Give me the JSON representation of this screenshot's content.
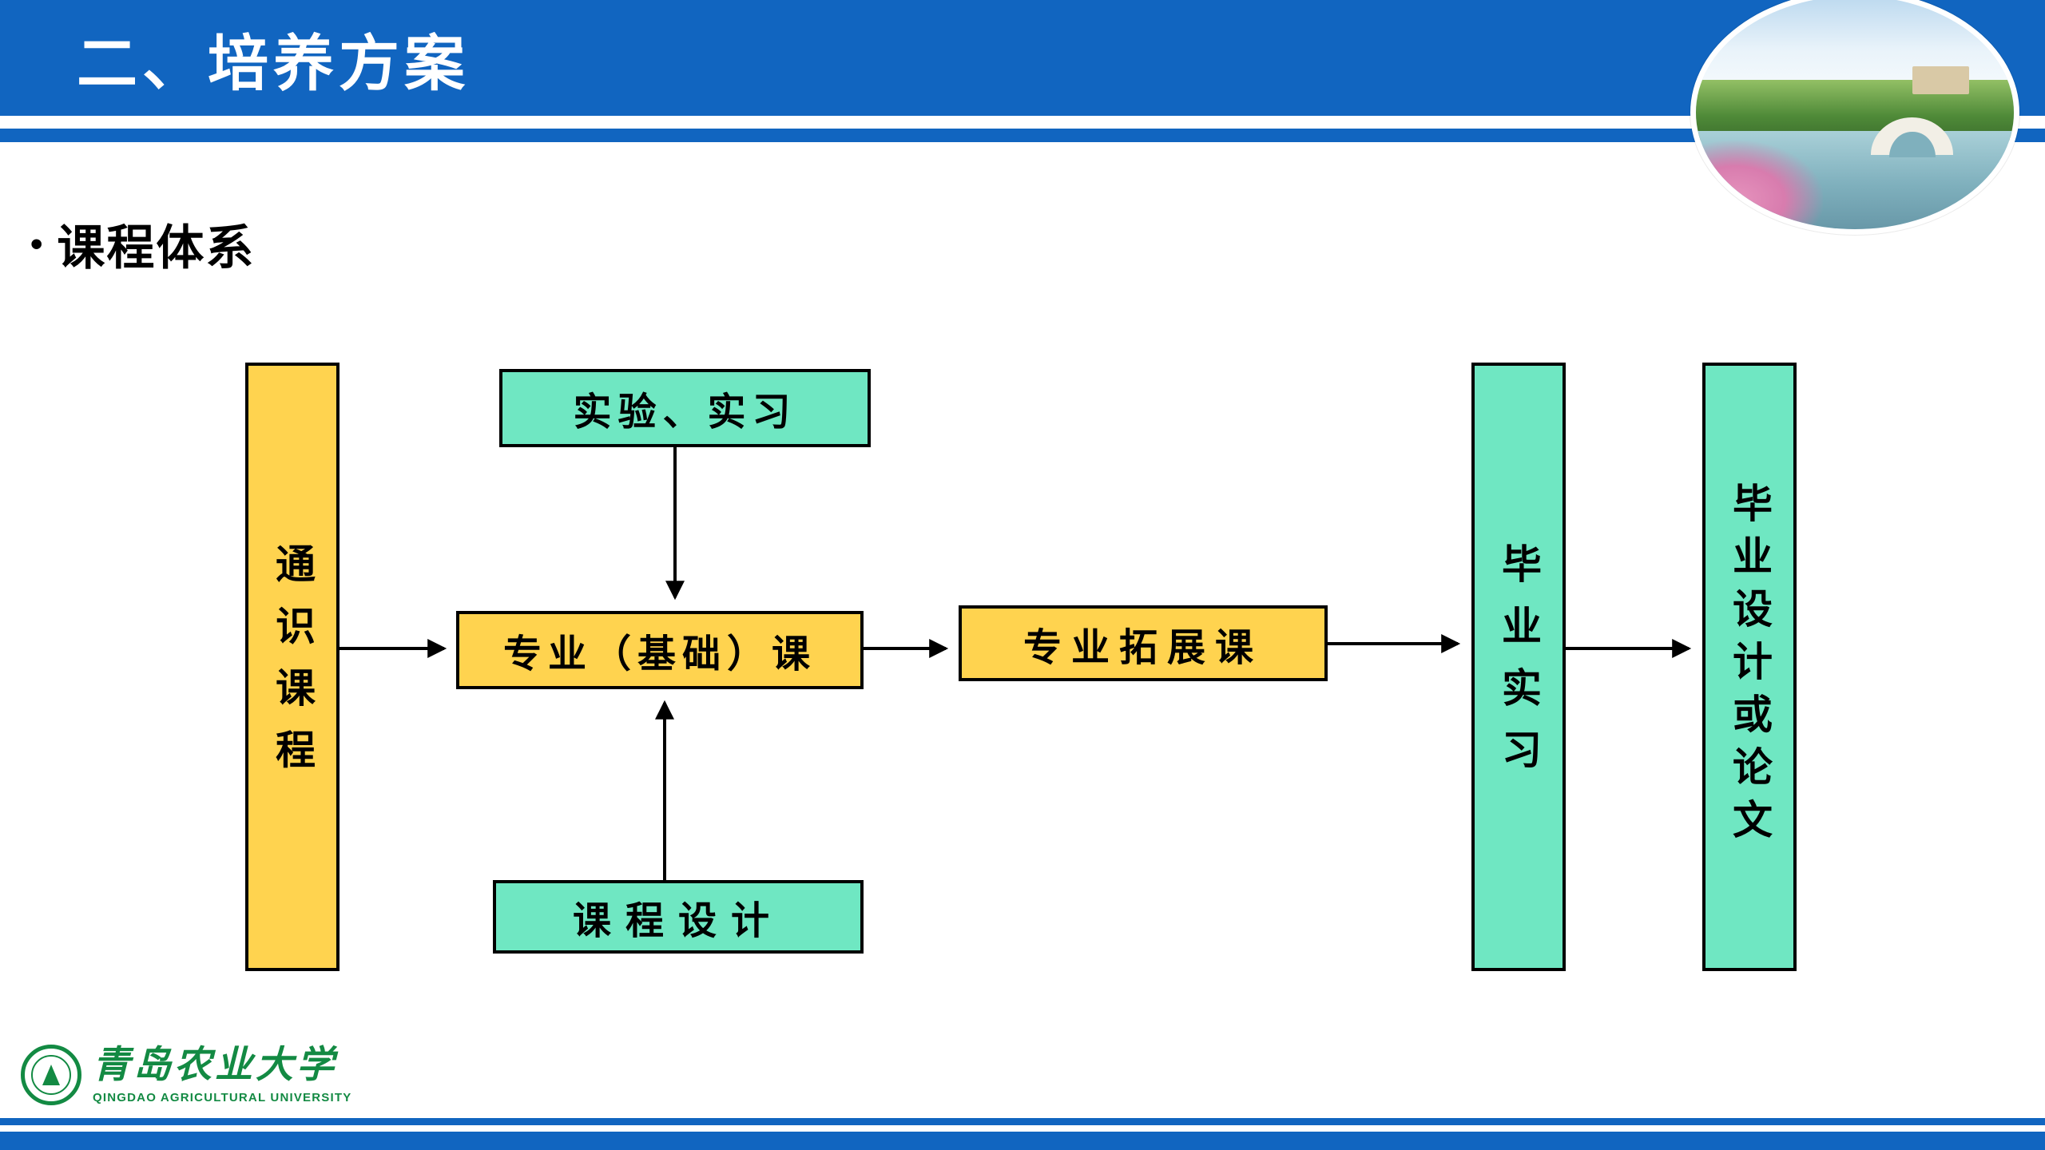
{
  "colors": {
    "header_blue": "#1165c0",
    "box_yellow": "#ffd34f",
    "box_green": "#6fe7c2",
    "box_border": "#000000",
    "logo_green": "#138a43"
  },
  "header": {
    "title": "二、培养方案"
  },
  "section": {
    "marker": "•",
    "title": "课程体系"
  },
  "diagram": {
    "nodes": [
      {
        "id": "general-courses",
        "label": "通识课程",
        "fill": "yellow",
        "orientation": "vertical"
      },
      {
        "id": "experiment-internship",
        "label": "实验、实习",
        "fill": "green",
        "orientation": "horizontal"
      },
      {
        "id": "professional-basic-courses",
        "label": "专业（基础）课",
        "fill": "yellow",
        "orientation": "horizontal"
      },
      {
        "id": "course-design",
        "label": "课程设计",
        "fill": "green",
        "orientation": "horizontal"
      },
      {
        "id": "professional-extension-courses",
        "label": "专业拓展课",
        "fill": "yellow",
        "orientation": "horizontal"
      },
      {
        "id": "graduation-internship",
        "label": "毕业实习",
        "fill": "green",
        "orientation": "vertical"
      },
      {
        "id": "graduation-thesis",
        "label": "毕业设计或论文",
        "fill": "green",
        "orientation": "vertical"
      }
    ],
    "edges": [
      {
        "from": "general-courses",
        "to": "professional-basic-courses"
      },
      {
        "from": "experiment-internship",
        "to": "professional-basic-courses"
      },
      {
        "from": "course-design",
        "to": "professional-basic-courses"
      },
      {
        "from": "professional-basic-courses",
        "to": "professional-extension-courses"
      },
      {
        "from": "professional-extension-courses",
        "to": "graduation-internship"
      },
      {
        "from": "graduation-internship",
        "to": "graduation-thesis"
      }
    ]
  },
  "footer": {
    "university_cn": "青岛农业大学",
    "university_en": "QINGDAO AGRICULTURAL UNIVERSITY"
  }
}
